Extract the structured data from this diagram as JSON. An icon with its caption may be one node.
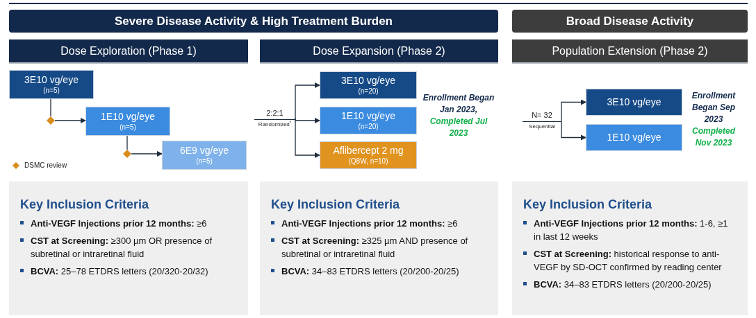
{
  "diagram": {
    "nodes": [
      {
        "text": [
          "Severe Disease Activity & High Treatment Burden"
        ]
      },
      {
        "text": [
          "Broad Disease Activity"
        ]
      },
      {
        "text": [
          "Dose Exploration (Phase 1)"
        ]
      },
      {
        "text": [
          "Dose Expansion (Phase 2)"
        ]
      },
      {
        "text": [
          "Population Extension (Phase 2)"
        ]
      },
      {
        "text": [
          "3E10 vg/eye",
          "(n=5)"
        ]
      },
      {
        "text": [],
        "shape": "diamond"
      },
      {
        "text": [
          "1E10 vg/eye",
          "(n=5)"
        ]
      },
      {
        "text": [],
        "shape": "diamond"
      },
      {
        "text": [
          "6E9 vg/eye",
          "(n=5)"
        ]
      },
      {
        "text": [
          "2:2:1",
          "Randomized$^{*}$"
        ]
      },
      {
        "text": [
          "3E10 vg/eye",
          "(n=20)"
        ]
      },
      {
        "text": [
          "1E10 vg/eye",
          "(n=20)"
        ]
      },
      {
        "text": [
          "Aflibercept 2 mg",
          "(Q8W, n=10)"
        ]
      },
      {
        "text": [
          "N= 32",
          "Sequential"
        ]
      },
      {
        "text": [
          "3E10 vg/eye"
        ]
      },
      {
        "text": [
          "1E10 vg/eye"
        ]
      },
      {
        "text": [
          "Key Inclusion Criteria",
          "**Anti-VEGF Injections prior 12 months:** ≥6",
          "**CST at Screening:** ≥300 µm OR presence of subretinal or intraretinal fluid",
          "**BCVA:** 25–78 ETDRS letters (20/320-20/32)"
        ]
      },
      {
        "text": [
          "Key Inclusion Criteria",
          "**Anti-VEGF Injections prior 12 months:** ≥6",
          "**CST at Screening:** ≥325 µm AND presence of subretinal or intraretinal fluid",
          "**BCVA:** 34–83 ETDRS letters (20/200-20/25)"
        ]
      },
      {
        "text": [
          "Key Inclusion Criteria",
          "**Anti-VEGF Injections prior 12 months:** 1-6, ≥1 in last 12 weeks",
          "**CST at Screening:** historical response to anti-VEGF by SD-OCT confirmed by reading center",
          "**BCVA:** 34–83 ETDRS letters (20/200-20/25)"
        ]
      }
    ],
    "edges": [
      {
        "from": 5,
        "to": 6,
        "arrow": "none"
      },
      {
        "from": 6,
        "to": 7,
        "arrow": "to"
      },
      {
        "from": 7,
        "to": 8,
        "arrow": "none"
      },
      {
        "from": 8,
        "to": 9,
        "arrow": "to"
      },
      {
        "from": 10,
        "to": 11,
        "arrow": "to"
      },
      {
        "from": 10,
        "to": 12,
        "arrow": "to"
      },
      {
        "from": 10,
        "to": 13,
        "arrow": "to"
      },
      {
        "from": 14,
        "to": 15,
        "arrow": "to"
      },
      {
        "from": 14,
        "to": 16,
        "arrow": "to"
      }
    ],
    "labels": [
      "Enrollment Began Jan 2023,",
      "Completed Jul 2023",
      "Enrollment Began Sep 2023",
      "Completed Nov 2023"
    ],
    "legend": [
      {
        "text": "DSMC review"
      }
    ]
  }
}
